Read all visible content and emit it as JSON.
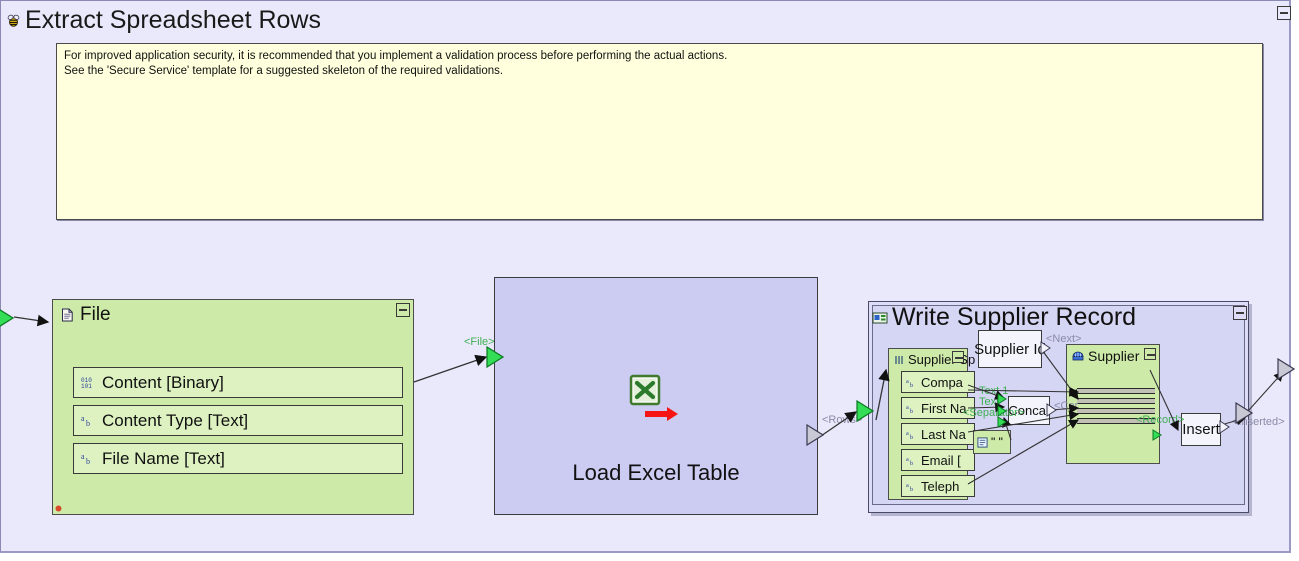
{
  "window": {
    "title": "Extract Spreadsheet Rows",
    "title_icon": "bee-icon",
    "collapse_icon": "collapse-minus-icon",
    "bg_color": "#e9e9fb"
  },
  "note": {
    "icon": "note-box",
    "bg_color": "#ffffdd",
    "lines": [
      "For improved application security, it is recommended that you implement a validation process  before performing the actual actions.",
      "See the 'Secure Service' template for a suggested skeleton of the required validations."
    ]
  },
  "file_entity": {
    "title": "File",
    "title_icon": "document-icon",
    "collapse_icon": "collapse-minus-icon",
    "error_icon": "error-marker-icon",
    "color": "#cdeaa8",
    "fields": [
      {
        "label": "Content [Binary]",
        "icon": "binary-icon"
      },
      {
        "label": "Content Type [Text]",
        "icon": "text-icon"
      },
      {
        "label": "File Name [Text]",
        "icon": "text-icon"
      }
    ]
  },
  "load_excel": {
    "label": "Load Excel Table",
    "icon": "excel-icon",
    "arrow_icon": "red-arrow-icon",
    "color": "#ccccf2"
  },
  "write_supplier": {
    "title": "Write Supplier Record",
    "title_icon": "sub-service-icon",
    "collapse_icon": "collapse-minus-icon",
    "supplier_spreadsheet": {
      "title": "Supplier Sp",
      "title_icon": "list-icon",
      "collapse_icon": "collapse-minus-icon",
      "fields": [
        {
          "label": "Compa",
          "icon": "text-icon"
        },
        {
          "label": "First Na",
          "icon": "text-icon"
        },
        {
          "label": "Last Na",
          "icon": "text-icon"
        },
        {
          "label": "Email [",
          "icon": "text-icon"
        },
        {
          "label": "Teleph",
          "icon": "text-icon"
        }
      ]
    },
    "supplier_id_box": {
      "label": "Supplier Id"
    },
    "concat_box": {
      "label": "Conca."
    },
    "separator_box": {
      "label": "\" \"",
      "icon": "constant-icon"
    },
    "supplier_entity": {
      "title": "Supplier",
      "title_icon": "database-icon",
      "collapse_icon": "collapse-minus-icon",
      "row_count": 4
    },
    "insert_box": {
      "label": "Insert"
    }
  },
  "connector_labels": [
    {
      "text": "<File>",
      "color": "#3fae52"
    },
    {
      "text": "<Rows>",
      "color": "#8b8ba8"
    },
    {
      "text": "<Next>",
      "color": "#8b8ba8"
    },
    {
      "text": "Text 1",
      "color": "#3fae52"
    },
    {
      "text": "Text",
      "color": "#3fae52"
    },
    {
      "text": "<Separator>",
      "color": "#3fae52"
    },
    {
      "text": "<Cor",
      "color": "#8b8ba8"
    },
    {
      "text": "<Record>",
      "color": "#3fae52"
    },
    {
      "text": "<Inserted>",
      "color": "#8b8ba8"
    }
  ],
  "colors": {
    "entity_green": "#cdeaa8",
    "field_green": "#ddf2c0",
    "action_blue": "#ccccf2",
    "group_blue": "#ddddf7",
    "note_yellow": "#ffffdd",
    "canvas_lavender": "#e9e9fb",
    "connector_green": "#3fae52",
    "connector_grey": "#8b8ba8"
  }
}
